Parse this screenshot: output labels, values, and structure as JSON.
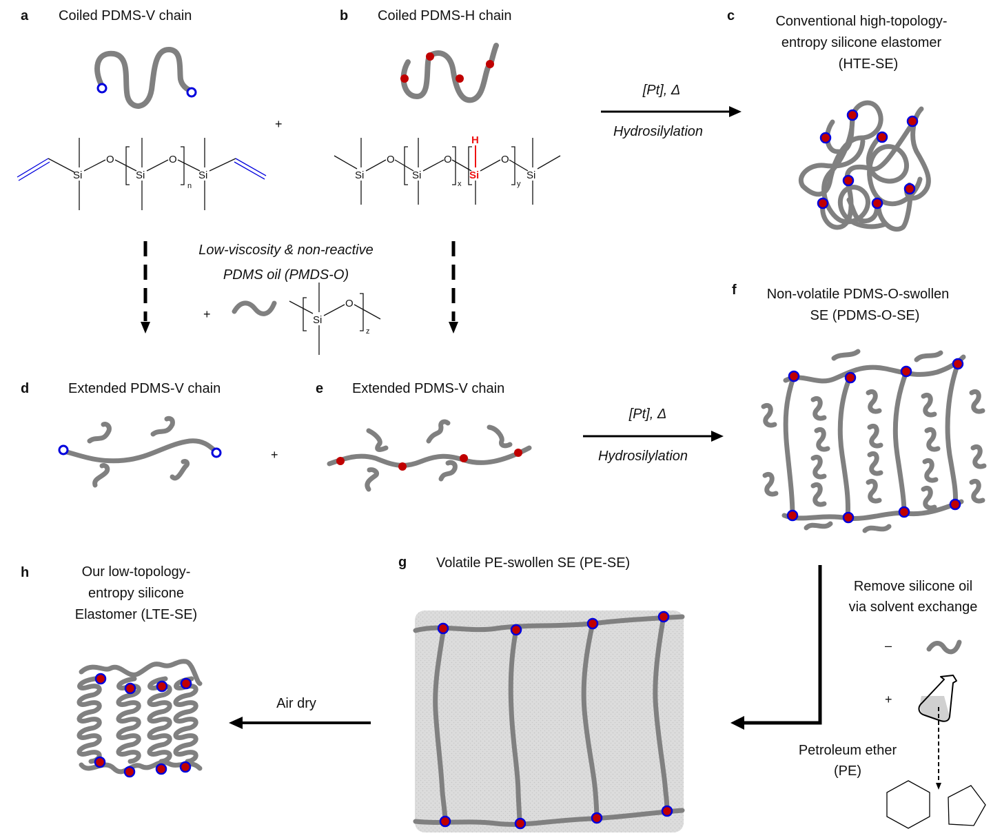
{
  "panels": {
    "a": {
      "letter": "a",
      "title": "Coiled PDMS-V chain"
    },
    "b": {
      "letter": "b",
      "title": "Coiled PDMS-H chain"
    },
    "c": {
      "letter": "c",
      "title_lines": [
        "Conventional high-topology-",
        "entropy silicone elastomer",
        "(HTE-SE)"
      ]
    },
    "d": {
      "letter": "d",
      "title": "Extended PDMS-V chain"
    },
    "e": {
      "letter": "e",
      "title": "Extended PDMS-V chain"
    },
    "f": {
      "letter": "f",
      "title_lines": [
        "Non-volatile PDMS-O-swollen",
        "SE (PDMS-O-SE)"
      ]
    },
    "g": {
      "letter": "g",
      "title": "Volatile PE-swollen SE (PE-SE)"
    },
    "h": {
      "letter": "h",
      "title_lines": [
        "Our low-topology-",
        "entropy silicone",
        "Elastomer (LTE-SE)"
      ]
    }
  },
  "reactions": {
    "top": {
      "catalyst": "[Pt], Δ",
      "label": "Hydrosilylation"
    },
    "middle": {
      "catalyst": "[Pt], Δ",
      "label": "Hydrosilylation"
    },
    "air_dry": "Air dry",
    "solvent_exchange": [
      "Remove  silicone oil",
      "via solvent exchange"
    ],
    "petroleum_ether": [
      "Petroleum ether",
      "(PE)"
    ]
  },
  "oil": {
    "lines": [
      "Low-viscosity & non-reactive",
      "PDMS oil (PMDS-O)"
    ]
  },
  "symbols": {
    "plus": "+",
    "minus": "–"
  },
  "chem": {
    "si": "Si",
    "o": "O",
    "h": "H",
    "sub_n": "n",
    "sub_x": "x",
    "sub_y": "y",
    "sub_z": "z"
  },
  "colors": {
    "chain": "#808080",
    "vinyl": "#0000dd",
    "hydride": "#cc0000",
    "h_label": "#ee1111",
    "gel_bg": "#d8d8d8"
  }
}
